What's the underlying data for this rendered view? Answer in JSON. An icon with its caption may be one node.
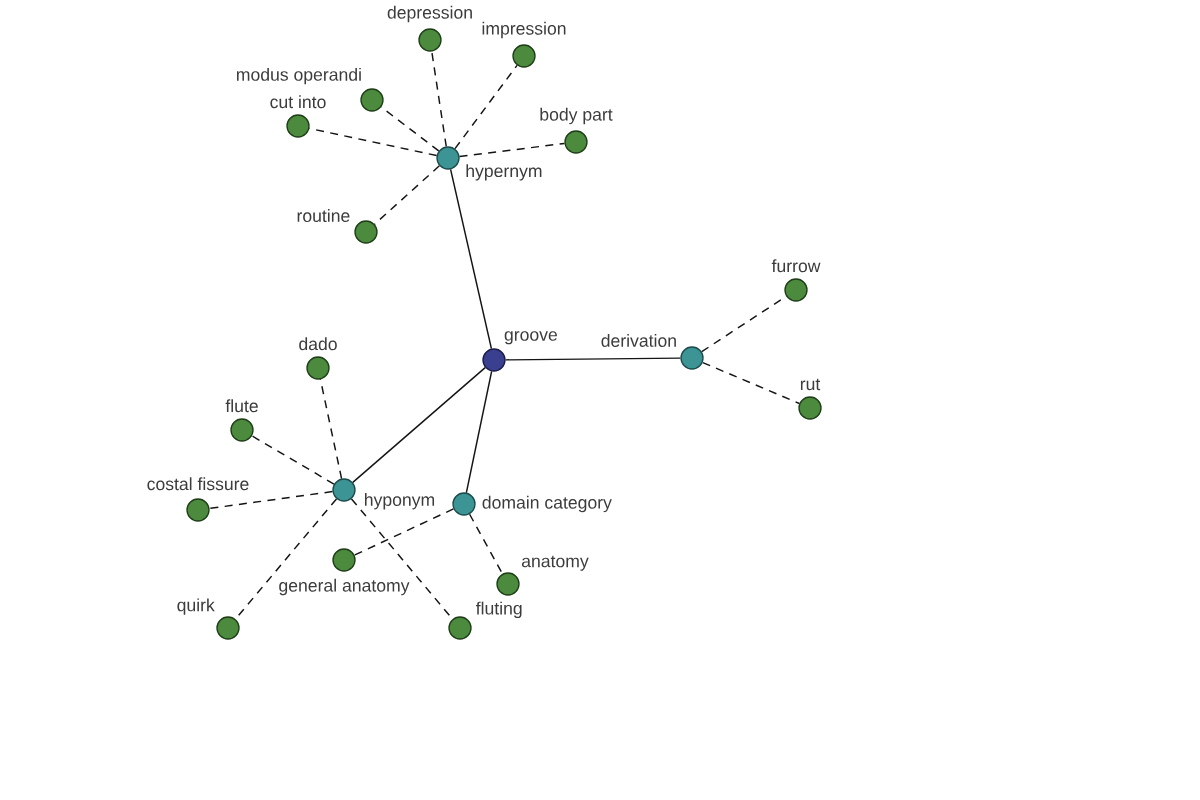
{
  "diagram": {
    "nodes": [
      {
        "text": [
          "depression"
        ]
      },
      {
        "text": [
          "impression"
        ]
      },
      {
        "text": [
          "modus operandi"
        ]
      },
      {
        "text": [
          "cut into"
        ]
      },
      {
        "text": [
          "body part"
        ]
      },
      {
        "text": [
          "hypernym"
        ]
      },
      {
        "text": [
          "routine"
        ]
      },
      {
        "text": [
          "furrow"
        ]
      },
      {
        "text": [
          "groove"
        ]
      },
      {
        "text": [
          "derivation"
        ]
      },
      {
        "text": [
          "dado"
        ]
      },
      {
        "text": [
          "rut"
        ]
      },
      {
        "text": [
          "flute"
        ]
      },
      {
        "text": [
          "domain category"
        ]
      },
      {
        "text": [
          "hyponym"
        ]
      },
      {
        "text": [
          "costal fissure"
        ]
      },
      {
        "text": [
          "general anatomy"
        ]
      },
      {
        "text": [
          "anatomy"
        ]
      },
      {
        "text": [
          "quirk"
        ]
      },
      {
        "text": [
          "fluting"
        ]
      }
    ],
    "edges": [
      {
        "from": 8,
        "to": 5,
        "arrow": "none"
      },
      {
        "from": 8,
        "to": 9,
        "arrow": "none"
      },
      {
        "from": 8,
        "to": 14,
        "arrow": "none"
      },
      {
        "from": 8,
        "to": 13,
        "arrow": "none"
      },
      {
        "from": 5,
        "to": 0,
        "arrow": "none",
        "style": "dashed"
      },
      {
        "from": 5,
        "to": 1,
        "arrow": "none",
        "style": "dashed"
      },
      {
        "from": 5,
        "to": 2,
        "arrow": "none",
        "style": "dashed"
      },
      {
        "from": 5,
        "to": 3,
        "arrow": "none",
        "style": "dashed"
      },
      {
        "from": 5,
        "to": 4,
        "arrow": "none",
        "style": "dashed"
      },
      {
        "from": 5,
        "to": 6,
        "arrow": "none",
        "style": "dashed"
      },
      {
        "from": 9,
        "to": 7,
        "arrow": "none",
        "style": "dashed"
      },
      {
        "from": 9,
        "to": 11,
        "arrow": "none",
        "style": "dashed"
      },
      {
        "from": 14,
        "to": 10,
        "arrow": "none",
        "style": "dashed"
      },
      {
        "from": 14,
        "to": 12,
        "arrow": "none",
        "style": "dashed"
      },
      {
        "from": 14,
        "to": 15,
        "arrow": "none",
        "style": "dashed"
      },
      {
        "from": 14,
        "to": 18,
        "arrow": "none",
        "style": "dashed"
      },
      {
        "from": 14,
        "to": 19,
        "arrow": "none",
        "style": "dashed"
      },
      {
        "from": 13,
        "to": 16,
        "arrow": "none",
        "style": "dashed"
      },
      {
        "from": 13,
        "to": 17,
        "arrow": "none",
        "style": "dashed"
      }
    ]
  }
}
